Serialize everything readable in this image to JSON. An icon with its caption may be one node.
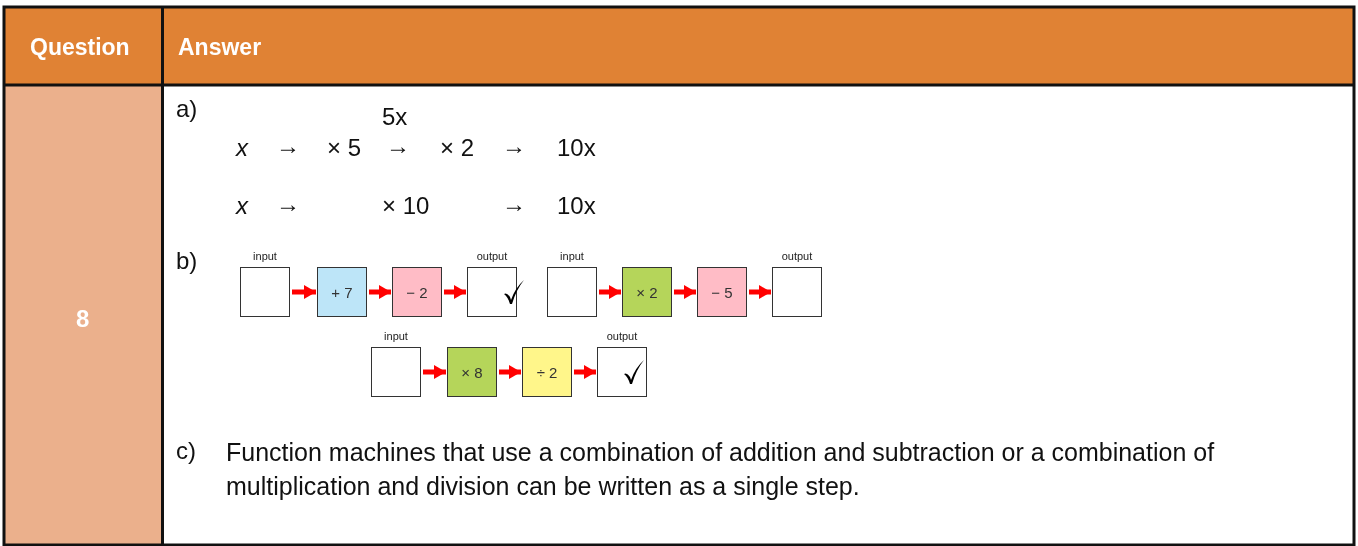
{
  "diagram": {
    "nodes": [
      {
        "text": [],
        "shape": "box",
        "beside": [
          "input"
        ]
      },
      {
        "text": [
          "+ 7"
        ]
      },
      {
        "text": [
          "− 2"
        ]
      },
      {
        "text": [],
        "shape": "box",
        "beside": [
          "output"
        ]
      },
      {
        "text": [],
        "shape": "box",
        "beside": [
          "input"
        ]
      },
      {
        "text": [
          "× 2"
        ]
      },
      {
        "text": [
          "− 5"
        ]
      },
      {
        "text": [],
        "shape": "box",
        "beside": [
          "output"
        ]
      },
      {
        "text": [],
        "shape": "box",
        "beside": [
          "input"
        ]
      },
      {
        "text": [
          "× 8"
        ]
      },
      {
        "text": [
          "÷ 2"
        ]
      },
      {
        "text": [],
        "shape": "box",
        "beside": [
          "output"
        ]
      }
    ],
    "edges": [
      {
        "from": 0,
        "to": 1,
        "arrow": "to"
      },
      {
        "from": 1,
        "to": 2,
        "arrow": "to"
      },
      {
        "from": 2,
        "to": 3,
        "arrow": "to"
      },
      {
        "from": 4,
        "to": 5,
        "arrow": "to"
      },
      {
        "from": 5,
        "to": 6,
        "arrow": "to"
      },
      {
        "from": 6,
        "to": 7,
        "arrow": "to"
      },
      {
        "from": 8,
        "to": 9,
        "arrow": "to"
      },
      {
        "from": 9,
        "to": 10,
        "arrow": "to"
      },
      {
        "from": 10,
        "to": 11,
        "arrow": "to"
      }
    ],
    "labels": [
      "Question",
      "Answer",
      "8",
      "a)",
      "5x",
      "x",
      "→",
      "× 5",
      "→",
      "× 2",
      "→",
      "10x",
      "x",
      "→",
      "× 10",
      "→",
      "10x",
      "b)",
      "c)",
      "Function machines that use a combination of addition and subtraction or a combination of multiplication and division can be written as a single step."
    ]
  }
}
